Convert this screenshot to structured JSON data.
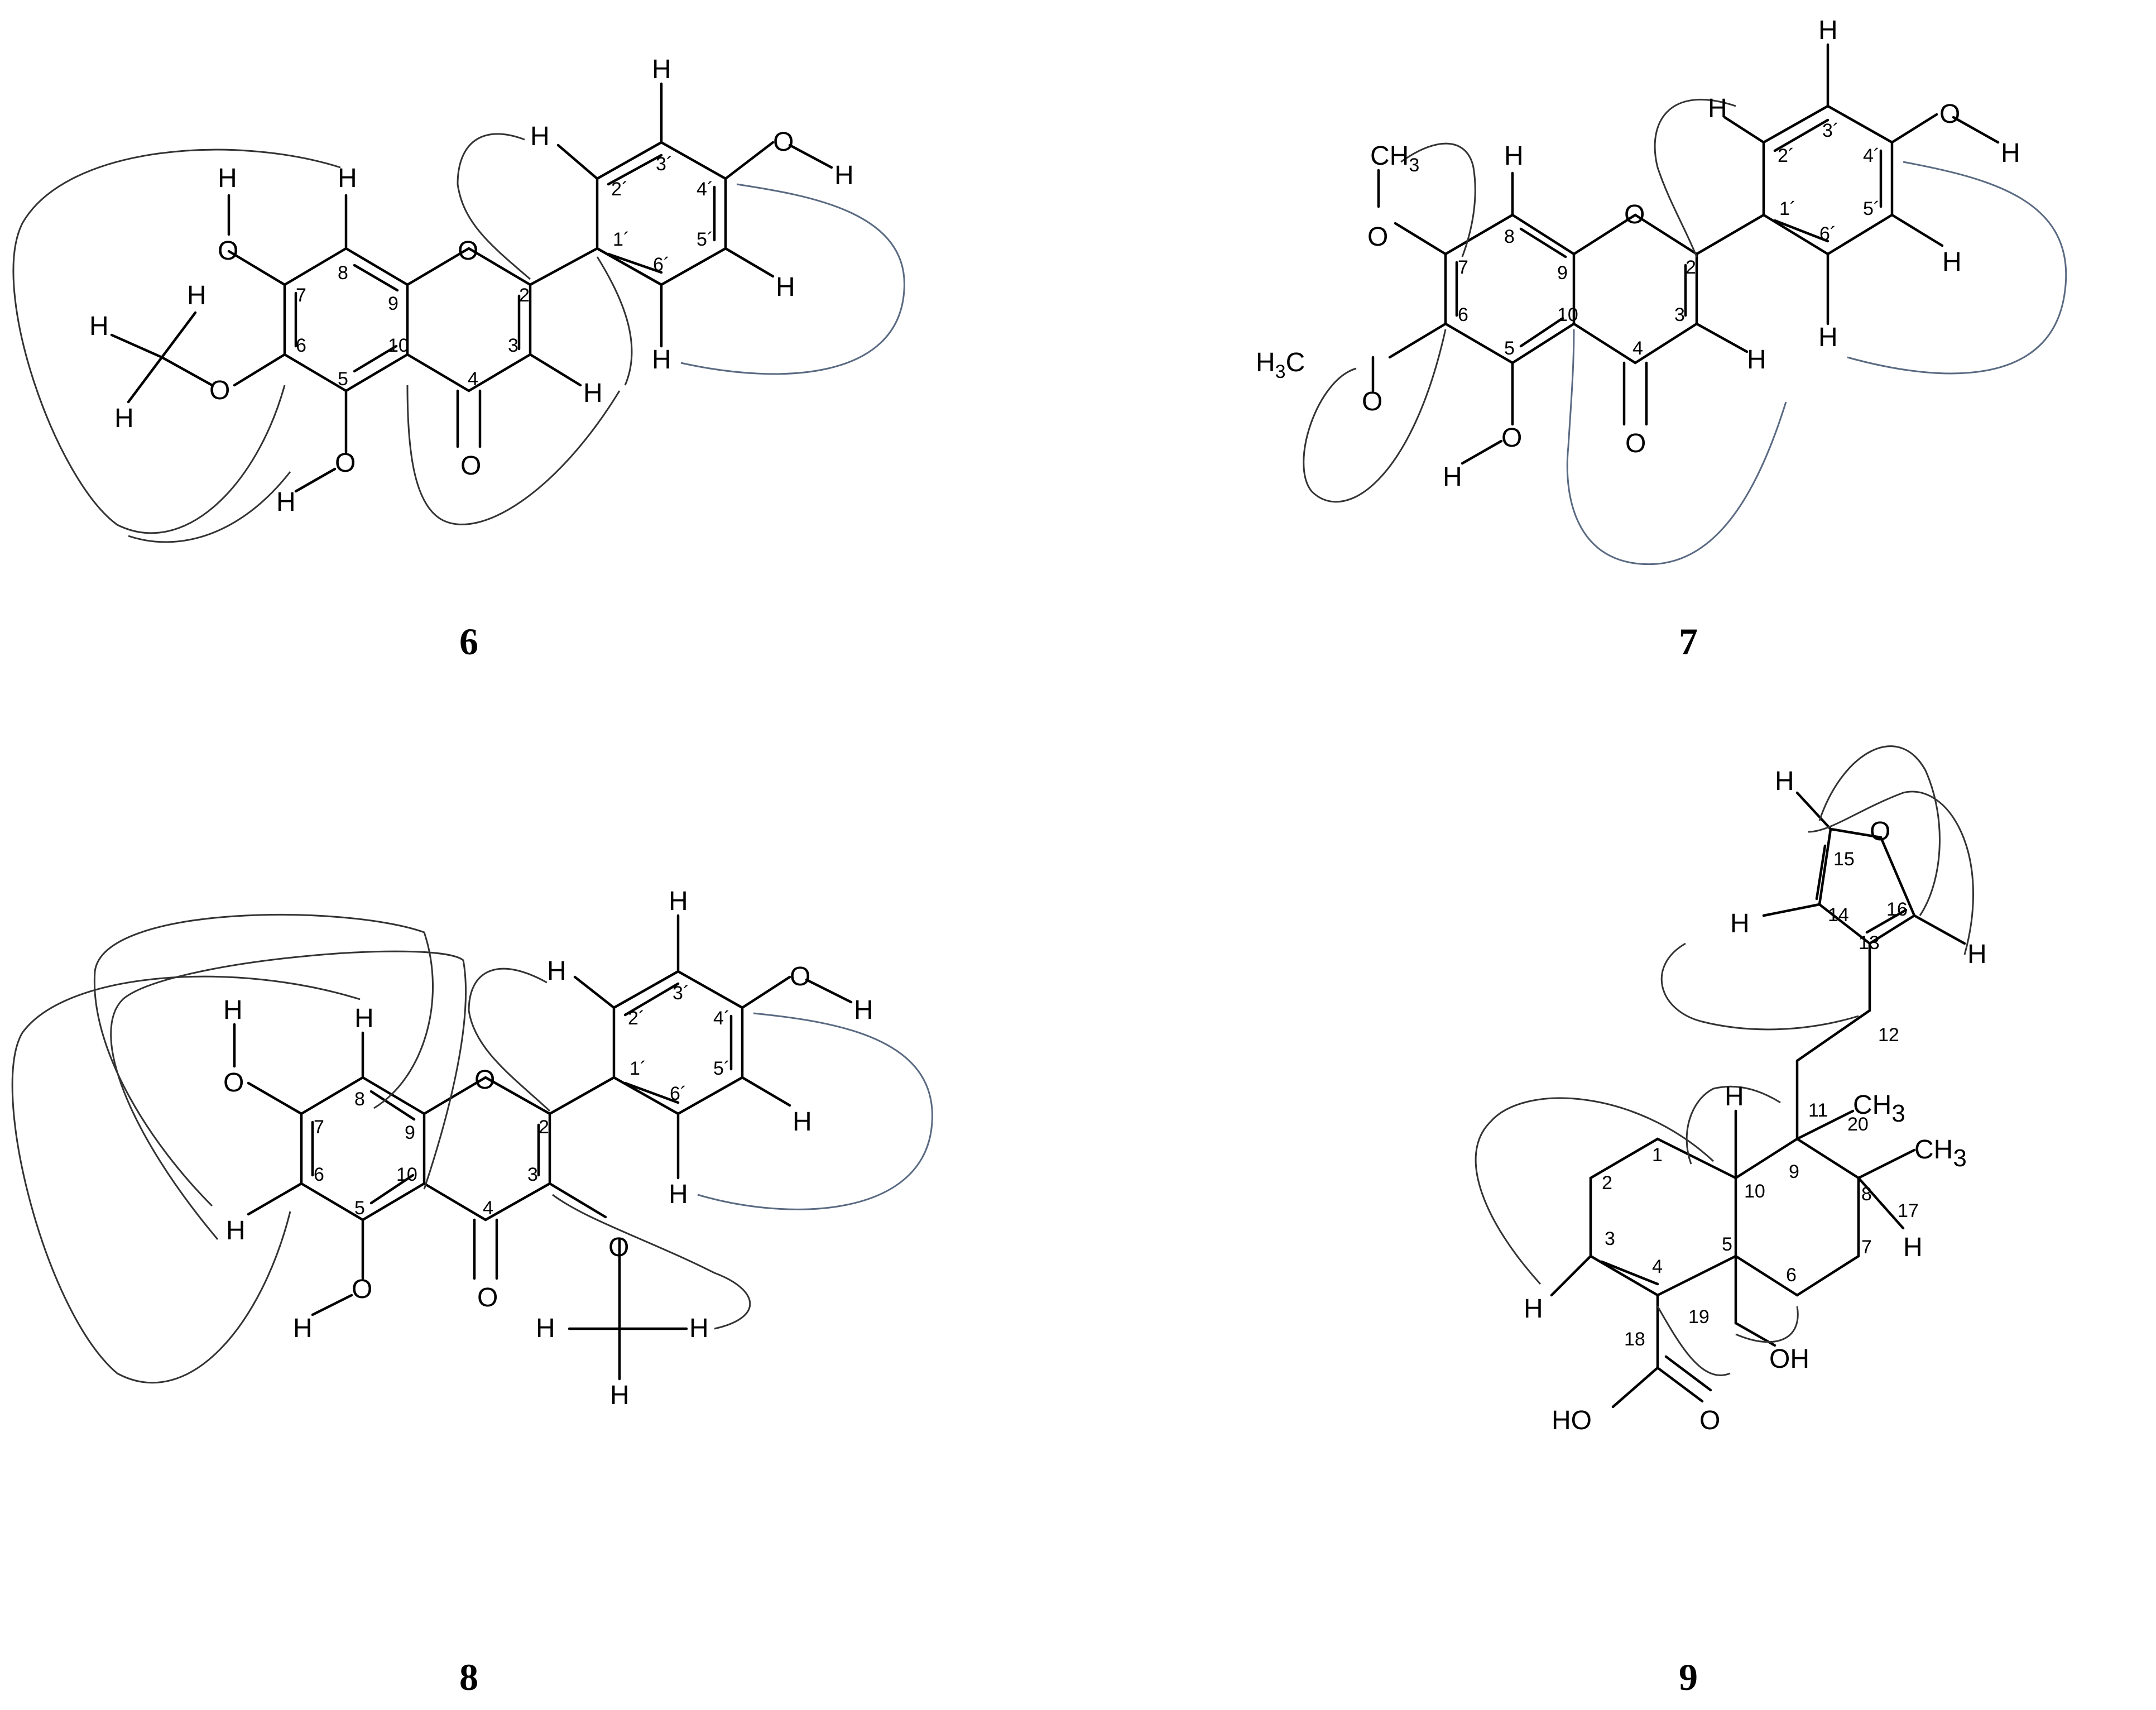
{
  "compounds": [
    {
      "id": "6",
      "atoms": {
        "O1": "O",
        "O4": "O",
        "OH4p": "O",
        "HOH4p": "H",
        "OH7": "O",
        "HOH7": "H",
        "OMe6": "O",
        "HMe1": "H",
        "HMe2": "H",
        "HMe3": "H",
        "OH5": "O",
        "HOH5": "H",
        "H8": "H",
        "H3": "H",
        "H2p": "H",
        "H3p": "H",
        "H5p": "H",
        "H6p": "H"
      },
      "numbers": [
        "2",
        "3",
        "4",
        "5",
        "6",
        "7",
        "8",
        "9",
        "10",
        "1´",
        "2´",
        "3´",
        "4´",
        "5´",
        "6´"
      ]
    },
    {
      "id": "7",
      "atoms": {
        "CH3a": "CH",
        "CH3a_sub": "3",
        "OMe7": "O",
        "H3Cb": "H",
        "H3Cb_sub": "3",
        "H3Cb_c": "C",
        "OMe6": "O",
        "OH5": "O",
        "HOH5": "H",
        "H8": "H",
        "O1": "O",
        "O4": "O",
        "H3": "H",
        "H2p": "H",
        "H3p": "H",
        "OH4p": "O",
        "HOH4p": "H",
        "H5p": "H",
        "H6p": "H"
      },
      "numbers": [
        "2",
        "3",
        "4",
        "5",
        "6",
        "7",
        "8",
        "9",
        "10",
        "1´",
        "2´",
        "3´",
        "4´",
        "5´",
        "6´"
      ]
    },
    {
      "id": "8",
      "atoms": {
        "OH7": "O",
        "HOH7": "H",
        "H8": "H",
        "H6": "H",
        "OH5": "O",
        "HOH5": "H",
        "O1": "O",
        "O4": "O",
        "OMe3": "O",
        "HMe1": "H",
        "HMe2": "H",
        "HMe3": "H",
        "H2p": "H",
        "H3p": "H",
        "OH4p": "O",
        "HOH4p": "H",
        "H5p": "H",
        "H6p": "H"
      },
      "numbers": [
        "2",
        "3",
        "4",
        "5",
        "6",
        "7",
        "8",
        "9",
        "10",
        "1´",
        "2´",
        "3´",
        "4´",
        "5´",
        "6´"
      ]
    },
    {
      "id": "9",
      "atoms": {
        "H15": "H",
        "Ofur": "O",
        "H14": "H",
        "H16": "H",
        "H10": "H",
        "CH3_20": "CH",
        "CH3_20_sub": "3",
        "CH3_17": "CH",
        "CH3_17_sub": "3",
        "H8": "H",
        "H3": "H",
        "OH19": "OH",
        "HO18": "HO",
        "O18": "O"
      },
      "numbers": [
        "1",
        "2",
        "3",
        "4",
        "5",
        "6",
        "7",
        "8",
        "9",
        "10",
        "11",
        "12",
        "13",
        "14",
        "15",
        "16",
        "17",
        "18",
        "19",
        "20"
      ]
    }
  ]
}
